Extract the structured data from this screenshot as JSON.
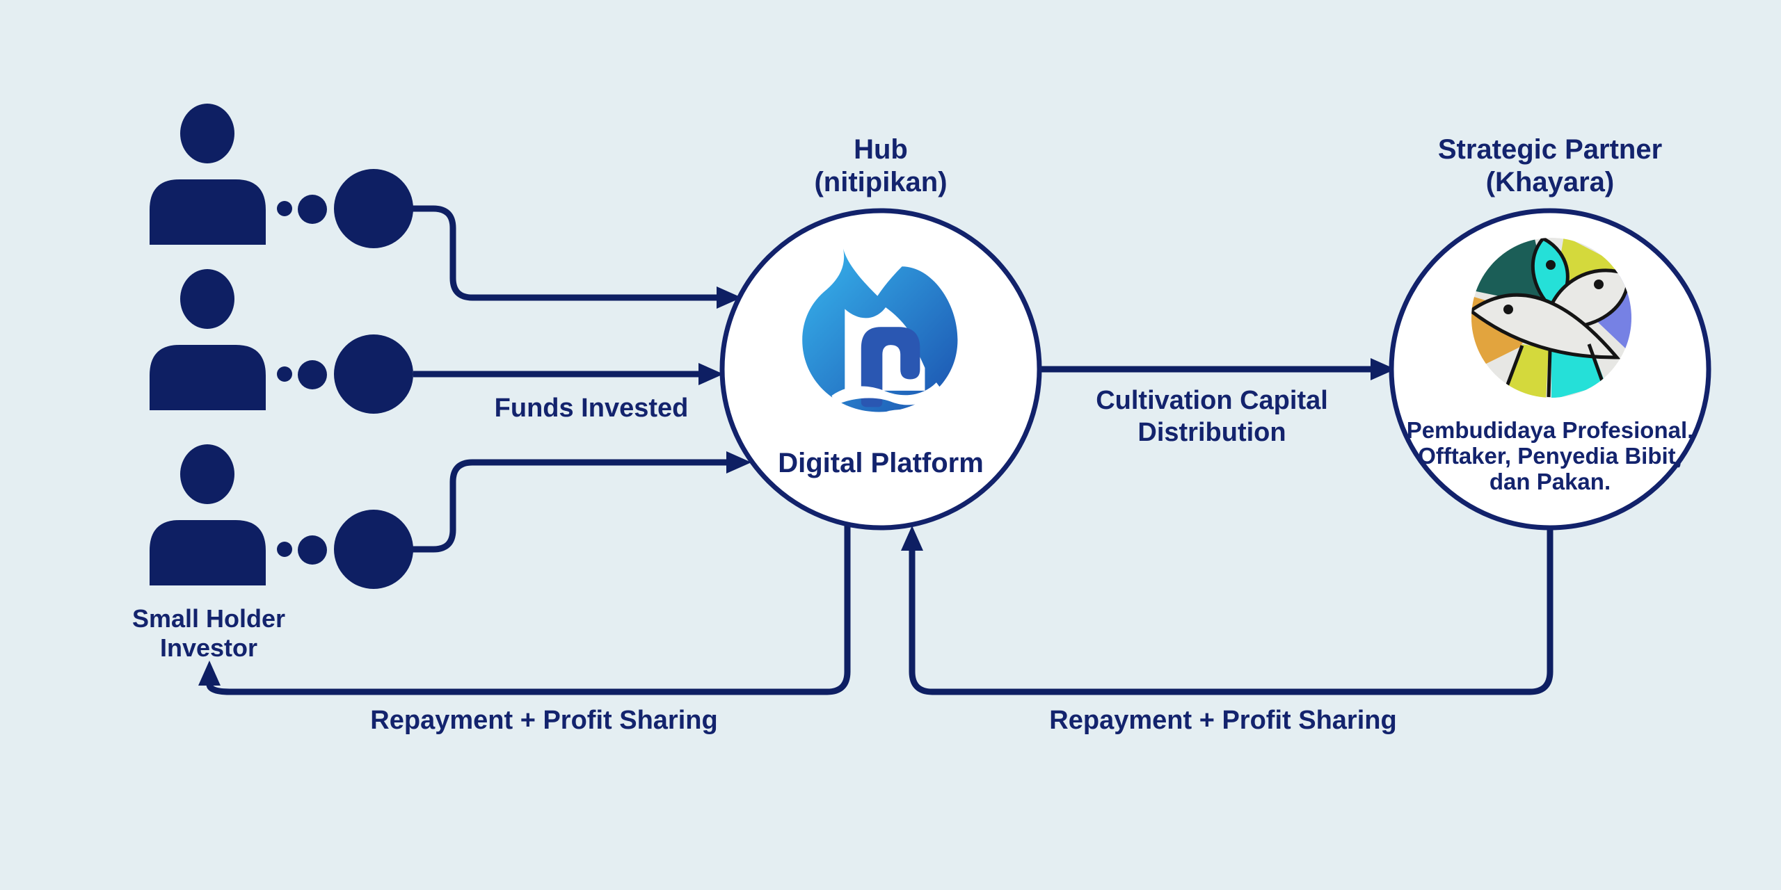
{
  "background_color": "#e4eef2",
  "colors": {
    "navy_shapes": "#0e1f63",
    "navy_text": "#13236d",
    "node_fill": "#ffffff",
    "hub_logo_gradient": [
      "#38b6ee",
      "#1b51ae"
    ],
    "hub_logo_letter": "#2a57b2",
    "partner_logo_palette": {
      "dark_teal": "#1b5e57",
      "cyan": "#25e0d8",
      "chartreuse": "#d4d93c",
      "orange": "#e2a43e",
      "periwinkle": "#7681e4",
      "light_gray": "#e9e9e6",
      "outline": "#141414"
    }
  },
  "investors": {
    "label": [
      "Small Holder",
      "Investor"
    ],
    "rows": 3
  },
  "hub": {
    "title": [
      "Hub",
      "(nitipikan)"
    ],
    "caption": "Digital Platform",
    "logo": "nitipikan-flame-n-logo"
  },
  "partner": {
    "title": [
      "Strategic Partner",
      "(Khayara)"
    ],
    "description": [
      "Pembudidaya Profesional,",
      "Offtaker, Penyedia Bibit,",
      "dan Pakan."
    ],
    "logo": "khayara-fish-logo"
  },
  "flows": {
    "funds_invested": "Funds Invested",
    "cultivation": [
      "Cultivation Capital",
      "Distribution"
    ],
    "repayment_left": "Repayment + Profit Sharing",
    "repayment_right": "Repayment + Profit Sharing"
  }
}
